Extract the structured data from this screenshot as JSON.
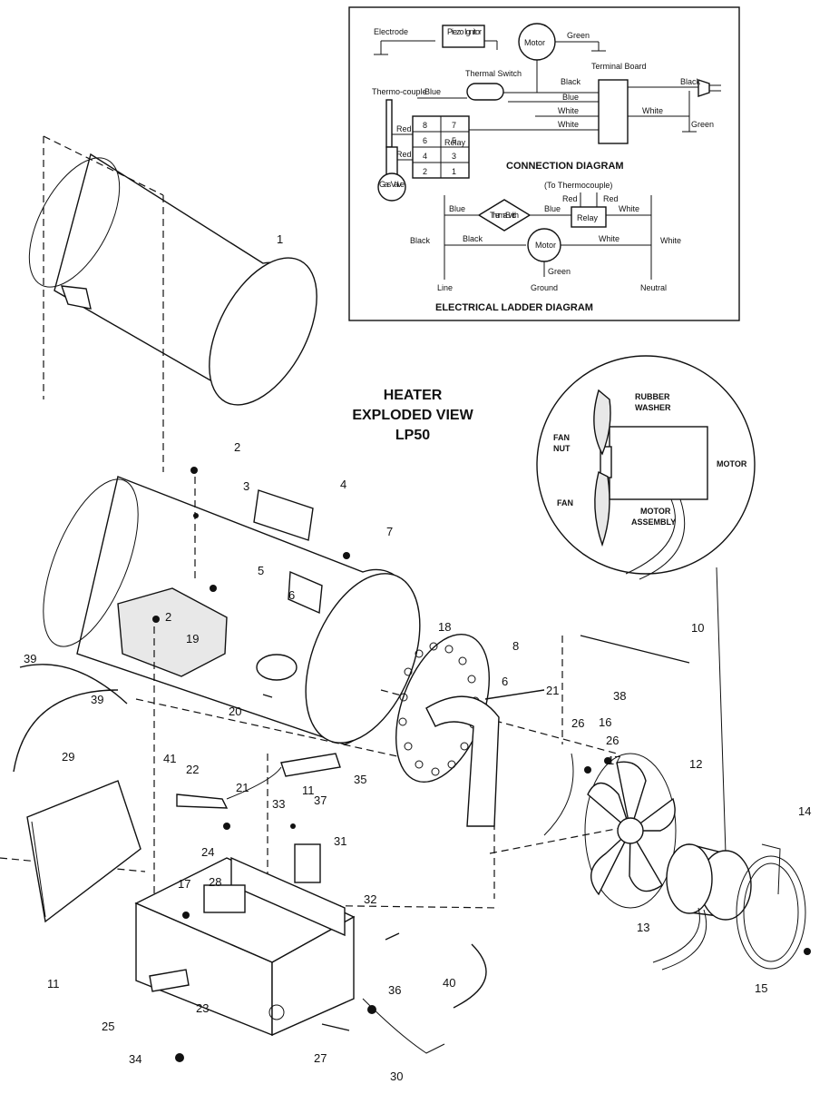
{
  "diagram_title": [
    "HEATER",
    "EXPLODED VIEW",
    "LP50"
  ],
  "connection_diagram": {
    "title": "CONNECTION DIAGRAM",
    "labels": {
      "electrode": "Electrode",
      "piezo_ignitor": "Piezo Ignitor",
      "motor": "Motor",
      "green_top": "Green",
      "terminal_board": "Terminal Board",
      "thermal_switch": "Thermal Switch",
      "thermocouple": "Thermo-couple",
      "blue1": "Blue",
      "blue2": "Blue",
      "black_left": "Black",
      "black_right": "Black",
      "white1": "White",
      "white2": "White",
      "white3": "White",
      "green_plug": "Green",
      "red1": "Red",
      "red2": "Red",
      "relay": "Relay",
      "gas_valve": "Gas Valve"
    },
    "relay_pins": [
      "8",
      "7",
      "6",
      "5",
      "4",
      "3",
      "2",
      "1"
    ]
  },
  "ladder_diagram": {
    "title": "ELECTRICAL LADDER DIAGRAM",
    "labels": {
      "to_thermocouple": "(To Thermocouple)",
      "red1": "Red",
      "red2": "Red",
      "blue_left": "Blue",
      "blue_right": "Blue",
      "white_top": "White",
      "thermal_switch": "Thermal Switch",
      "relay": "Relay",
      "black_outer": "Black",
      "black_inner": "Black",
      "motor": "Motor",
      "white_mid": "White",
      "white_outer": "White",
      "green": "Green",
      "line": "Line",
      "ground": "Ground",
      "neutral": "Neutral"
    }
  },
  "motor_detail": {
    "labels": {
      "rubber_washer": [
        "RUBBER",
        "WASHER"
      ],
      "fan_nut": [
        "FAN",
        "NUT"
      ],
      "motor": "MOTOR",
      "fan": "FAN",
      "motor_assembly": [
        "MOTOR",
        "ASSEMBLY"
      ]
    }
  },
  "callouts": [
    "1",
    "2",
    "3",
    "4",
    "5",
    "6",
    "7",
    "2",
    "19",
    "18",
    "8",
    "6",
    "21",
    "10",
    "38",
    "39",
    "39",
    "29",
    "20",
    "26",
    "16",
    "26",
    "17",
    "12",
    "41",
    "22",
    "35",
    "11",
    "37",
    "21",
    "33",
    "31",
    "24",
    "17",
    "28",
    "14",
    "32",
    "13",
    "11",
    "25",
    "23",
    "40",
    "36",
    "15",
    "34",
    "27",
    "30"
  ]
}
